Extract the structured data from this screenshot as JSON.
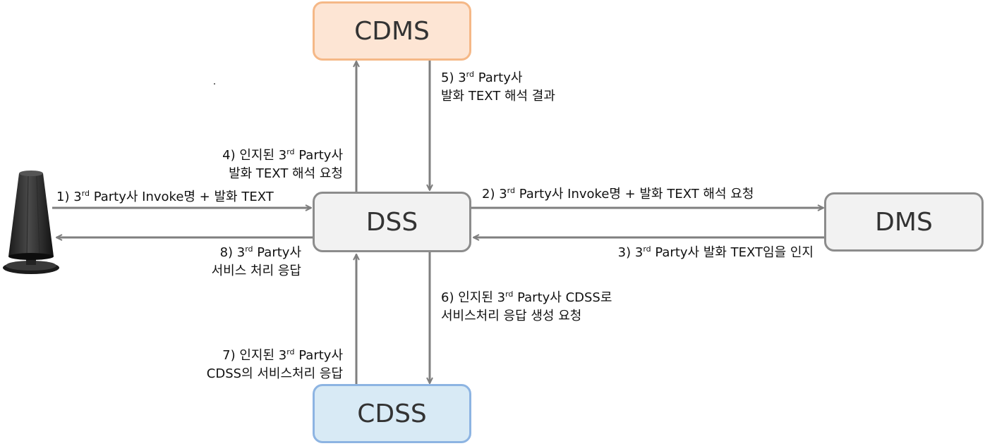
{
  "nodes": {
    "cdms": {
      "label": "CDMS",
      "fill": "#fde5d4",
      "stroke": "#f5b887"
    },
    "dss": {
      "label": "DSS",
      "fill": "#f2f2f2",
      "stroke": "#8c8c8c"
    },
    "dms": {
      "label": "DMS",
      "fill": "#f2f2f2",
      "stroke": "#8c8c8c"
    },
    "cdss": {
      "label": "CDSS",
      "fill": "#d8eaf5",
      "stroke": "#8db4e2"
    }
  },
  "device": {
    "icon": "smart-speaker-icon"
  },
  "arrow_color": "#7f7f7f",
  "steps": {
    "s1": {
      "a": "1) 3",
      "sup": "rd",
      "b": " Party사 Invoke명 + 발화 TEXT"
    },
    "s2": {
      "a": "2) 3",
      "sup": "rd",
      "b": " Party사 Invoke명 + 발화 TEXT 해석 요청"
    },
    "s3": {
      "a": "3) 3",
      "sup": "rd",
      "b": " Party사 발화 TEXT임을 인지"
    },
    "s4": {
      "a": "4) 인지된 3",
      "sup": "rd",
      "b": " Party사",
      "line2": "발화 TEXT 해석 요청"
    },
    "s5": {
      "a": "5) 3",
      "sup": "rd",
      "b": " Party사",
      "line2": "발화 TEXT 해석 결과"
    },
    "s6": {
      "a": "6) 인지된 3",
      "sup": "rd",
      "b": " Party사 CDSS로",
      "line2": "서비스처리 응답 생성 요청"
    },
    "s7": {
      "a": "7) 인지된 3",
      "sup": "rd",
      "b": " Party사",
      "line2": "CDSS의 서비스처리 응답"
    },
    "s8": {
      "a": "8) 3",
      "sup": "rd",
      "b": " Party사",
      "line2": "서비스 처리 응답"
    }
  }
}
